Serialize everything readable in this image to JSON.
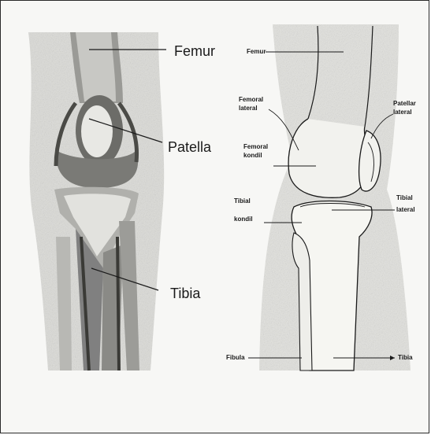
{
  "left_diagram": {
    "labels": {
      "femur": "Femur",
      "patella": "Patella",
      "tibia": "Tibia"
    }
  },
  "right_diagram": {
    "labels": {
      "femur": "Femur",
      "femoral_lateral": [
        "Femoral",
        "lateral"
      ],
      "femoral_condyle": [
        "Femoral",
        "kondil"
      ],
      "patellar_lateral": [
        "Patellar",
        "lateral"
      ],
      "tibial_condyle": [
        "Tibial",
        "kondil"
      ],
      "tibial_lateral": [
        "Tibial",
        "lateral"
      ],
      "fibula": "Fibula",
      "tibia": "Tibia"
    }
  }
}
